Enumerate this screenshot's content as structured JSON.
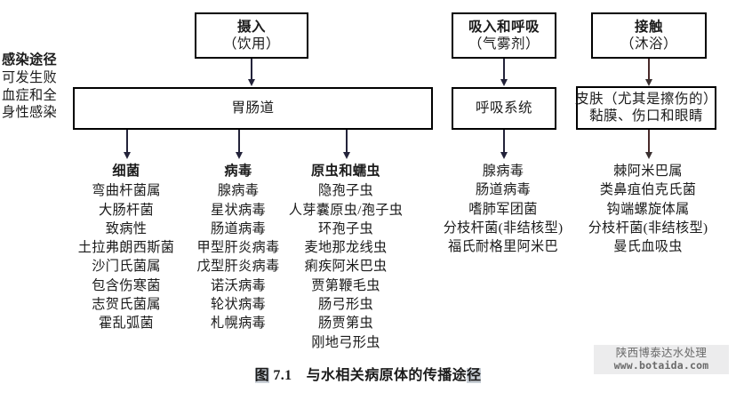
{
  "figure": {
    "caption_prefix": "图 7.1",
    "caption_text": "与水相关病原体的传播途",
    "caption_tail": "径",
    "caption_first_char": "图"
  },
  "route_label": {
    "line1": "感染途径",
    "line2": "可发生败",
    "line3": "血症和全",
    "line4": "身性感染"
  },
  "entry_nodes": [
    {
      "title": "摄入",
      "sub": "（饮用）"
    },
    {
      "title": "吸入和呼吸",
      "sub": "（气雾剂）"
    },
    {
      "title": "接触",
      "sub": "（沐浴）"
    }
  ],
  "organ_nodes": [
    {
      "line1": "胃肠道",
      "line2": ""
    },
    {
      "line1": "呼吸系统",
      "line2": ""
    },
    {
      "line1": "皮肤（尤其是擦伤的）",
      "line2": "黏膜、伤口和眼睛"
    }
  ],
  "pathogen_columns": [
    {
      "title": "细菌",
      "items": [
        "弯曲杆菌属",
        "大肠杆菌",
        "致病性",
        "土拉弗朗西斯菌",
        "沙门氏菌属",
        "包含伤寒菌",
        "志贺氏菌属",
        "霍乱弧菌"
      ]
    },
    {
      "title": "病毒",
      "items": [
        "腺病毒",
        "星状病毒",
        "肠道病毒",
        "甲型肝炎病毒",
        "戊型肝炎病毒",
        "诺沃病毒",
        "轮状病毒",
        "札幌病毒"
      ]
    },
    {
      "title": "原虫和蠕虫",
      "items": [
        "隐孢子虫",
        "人芽囊原虫/孢子虫",
        "环孢子虫",
        "麦地那龙线虫",
        "痢疾阿米巴虫",
        "贾第鞭毛虫",
        "肠弓形虫",
        "肠贾第虫",
        "刚地弓形虫"
      ]
    },
    {
      "title": "",
      "items": [
        "腺病毒",
        "肠道病毒",
        "嗜肺军团菌",
        "分枝杆菌(非结核型)",
        "福氏耐格里阿米巴"
      ]
    },
    {
      "title": "",
      "items": [
        "棘阿米巴属",
        "类鼻疽伯克氏菌",
        "钩端螺旋体属",
        "分枝杆菌(非结核型)",
        "曼氏血吸虫"
      ]
    }
  ],
  "watermark": {
    "company": "陕西博泰达水处理",
    "url": "www.botaida.com"
  },
  "colors": {
    "box_border": "#000000",
    "arrow": "#23233a",
    "text": "#1b1b1b",
    "watermark_bg": "#ececed",
    "selection_highlight": "#c9cfd6"
  }
}
